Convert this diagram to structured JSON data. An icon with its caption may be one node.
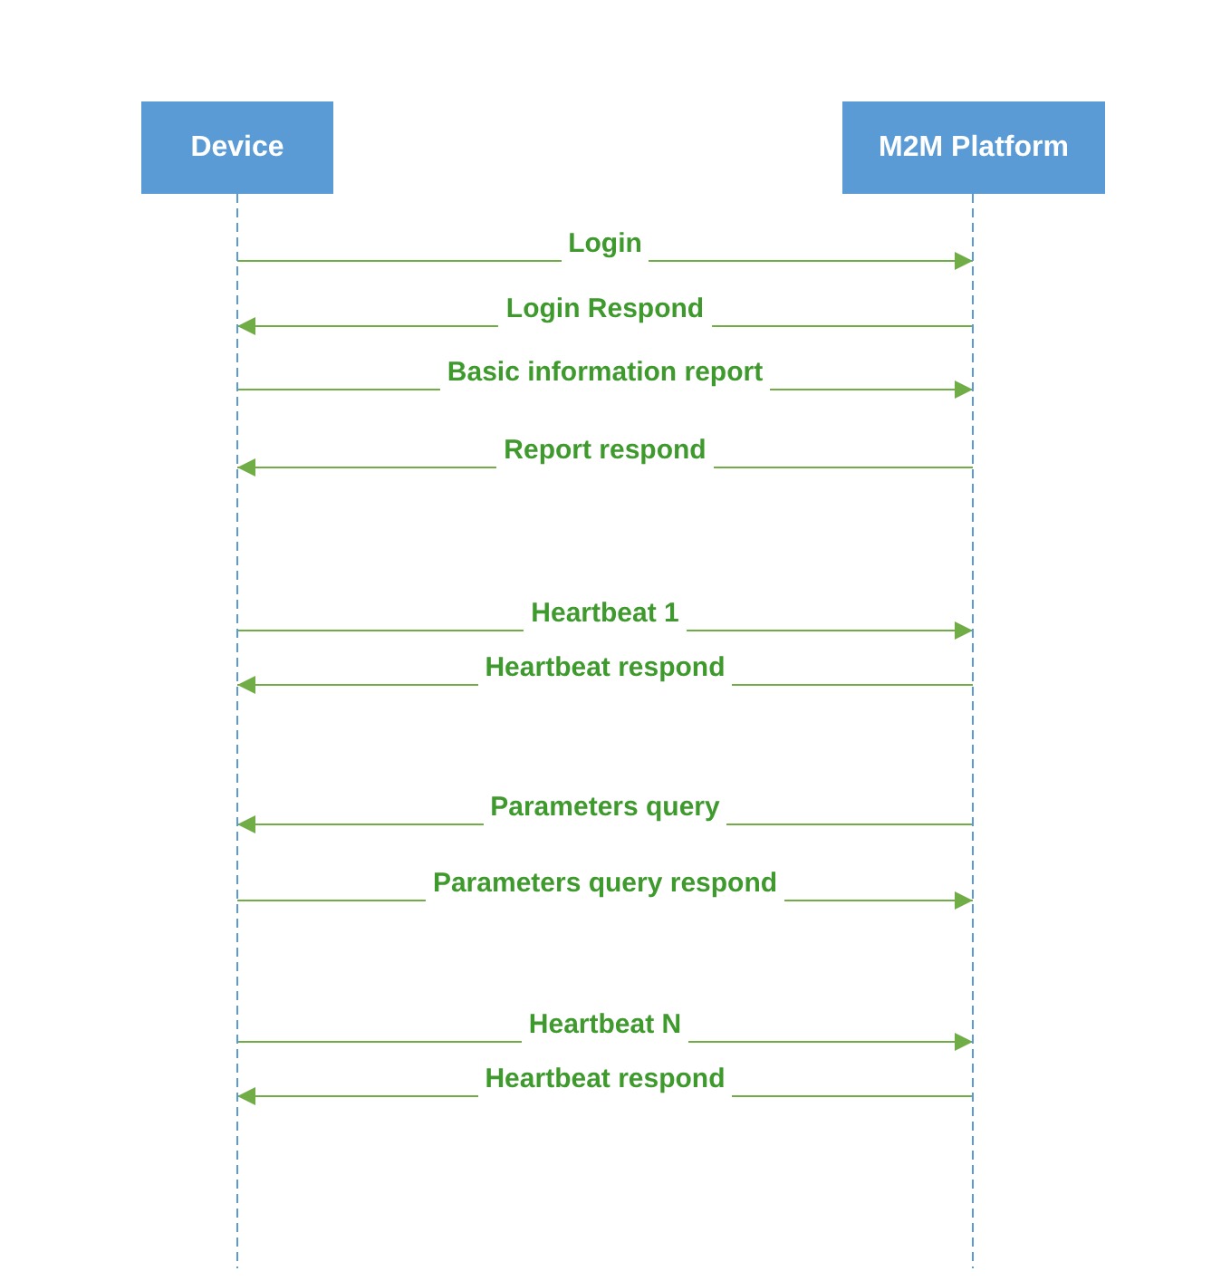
{
  "diagram": {
    "nodes": [
      {
        "text": [
          "Device"
        ]
      },
      {
        "text": [
          "M2M Platform"
        ]
      }
    ],
    "edges": [
      {
        "from": 0,
        "to": 1,
        "arrow": "to",
        "label": "Login"
      },
      {
        "from": 1,
        "to": 0,
        "arrow": "to",
        "label": "Login Respond"
      },
      {
        "from": 0,
        "to": 1,
        "arrow": "to",
        "label": "Basic information report"
      },
      {
        "from": 1,
        "to": 0,
        "arrow": "to",
        "label": "Report respond"
      },
      {
        "from": 0,
        "to": 1,
        "arrow": "to",
        "label": "Heartbeat 1"
      },
      {
        "from": 1,
        "to": 0,
        "arrow": "to",
        "label": "Heartbeat respond"
      },
      {
        "from": 1,
        "to": 0,
        "arrow": "to",
        "label": "Parameters query"
      },
      {
        "from": 0,
        "to": 1,
        "arrow": "to",
        "label": "Parameters query respond"
      },
      {
        "from": 0,
        "to": 1,
        "arrow": "to",
        "label": "Heartbeat N"
      },
      {
        "from": 1,
        "to": 0,
        "arrow": "to",
        "label": "Heartbeat respond"
      }
    ]
  }
}
